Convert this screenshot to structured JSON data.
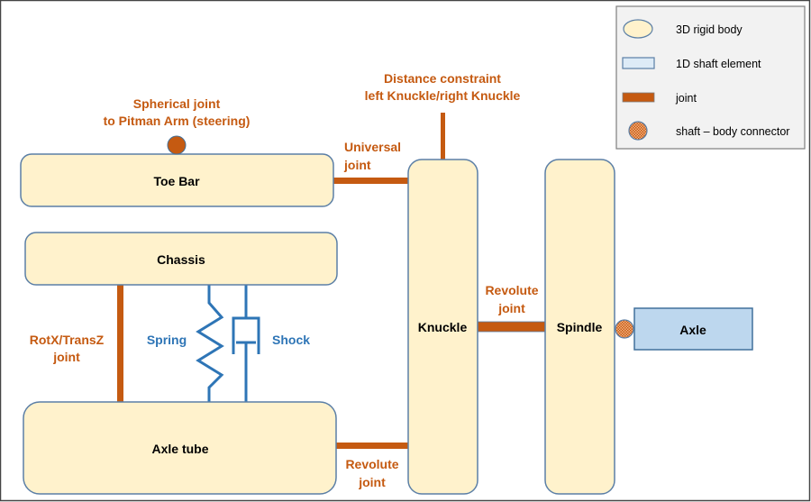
{
  "colors": {
    "rigid_body_fill": "#fff2cc",
    "rigid_body_stroke": "#5b7fa6",
    "shaft_fill": "#bdd7ee",
    "shaft_legend_fill": "#ddebf7",
    "joint": "#c55a11",
    "spring_shock": "#2e75b6",
    "legend_bg": "#f2f2f2",
    "legend_border": "#7f7f7f"
  },
  "bodies": {
    "toe_bar": "Toe Bar",
    "chassis": "Chassis",
    "axle_tube": "Axle tube",
    "knuckle": "Knuckle",
    "spindle": "Spindle",
    "axle": "Axle"
  },
  "annotations": {
    "spherical_joint": [
      "Spherical joint",
      "to Pitman Arm (steering)"
    ],
    "distance_constraint": [
      "Distance constraint",
      "left Knuckle/right Knuckle"
    ],
    "universal_joint": [
      "Universal",
      "joint"
    ],
    "rotx_transz_joint": [
      "RotX/TransZ",
      "joint"
    ],
    "spring": "Spring",
    "shock": "Shock",
    "revolute_joint_knuckle_spindle": [
      "Revolute",
      "joint"
    ],
    "revolute_joint_axletube_knuckle": [
      "Revolute",
      "joint"
    ]
  },
  "legend": {
    "items": [
      {
        "icon": "ellipse-rigid-body-icon",
        "label": "3D rigid body"
      },
      {
        "icon": "rectangle-shaft-icon",
        "label": "1D shaft element"
      },
      {
        "icon": "joint-bar-icon",
        "label": "joint"
      },
      {
        "icon": "checkered-circle-connector-icon",
        "label": "shaft – body connector"
      }
    ]
  }
}
